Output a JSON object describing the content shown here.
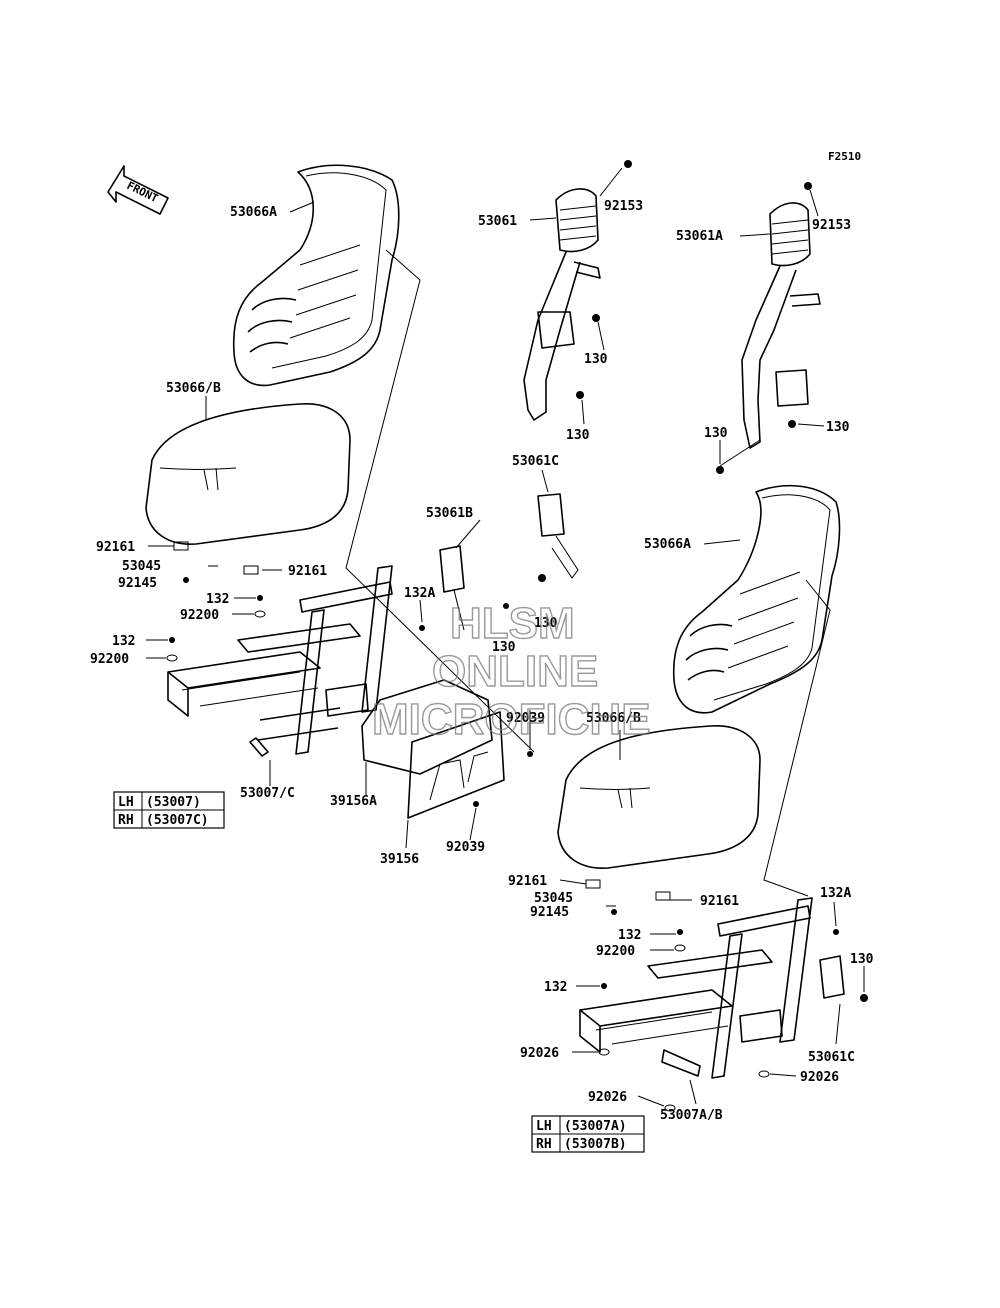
{
  "figure_code": "F2510",
  "front_label": "FRONT",
  "watermark": [
    "HLSM",
    "ONLINE",
    "MICROFICHE"
  ],
  "callouts": {
    "c53066A_top": "53066A",
    "c53066B_left": "53066/B",
    "c92161_l1": "92161",
    "c53045_l": "53045",
    "c92145_l": "92145",
    "c92161_l2": "92161",
    "c132_l1": "132",
    "c92200_l1": "92200",
    "c132_l2": "132",
    "c92200_l2": "92200",
    "c132A_l": "132A",
    "c53007C": "53007/C",
    "c53061B": "53061B",
    "c130_mid1": "130",
    "c130_mid2": "130",
    "c53061C_top": "53061C",
    "c53061": "53061",
    "c92153_a": "92153",
    "c130_a1": "130",
    "c130_a2": "130",
    "c53061A": "53061A",
    "c92153_b": "92153",
    "c130_b1": "130",
    "c130_b2": "130",
    "c53066A_right": "53066A",
    "c53066B_right": "53066/B",
    "c92039_a": "92039",
    "c92039_b": "92039",
    "c39156A": "39156A",
    "c39156": "39156",
    "c92161_r1": "92161",
    "c53045_r": "53045",
    "c92145_r": "92145",
    "c92161_r2": "92161",
    "c132A_r": "132A",
    "c132_r1": "132",
    "c92200_r": "92200",
    "c130_r": "130",
    "c132_r2": "132",
    "c53061C_r": "53061C",
    "c92026_a": "92026",
    "c92026_b": "92026",
    "c92026_c": "92026",
    "c53007AB": "53007A/B"
  },
  "table_left": [
    {
      "side": "LH",
      "part": "(53007)"
    },
    {
      "side": "RH",
      "part": "(53007C)"
    }
  ],
  "table_right": [
    {
      "side": "LH",
      "part": "(53007A)"
    },
    {
      "side": "RH",
      "part": "(53007B)"
    }
  ]
}
